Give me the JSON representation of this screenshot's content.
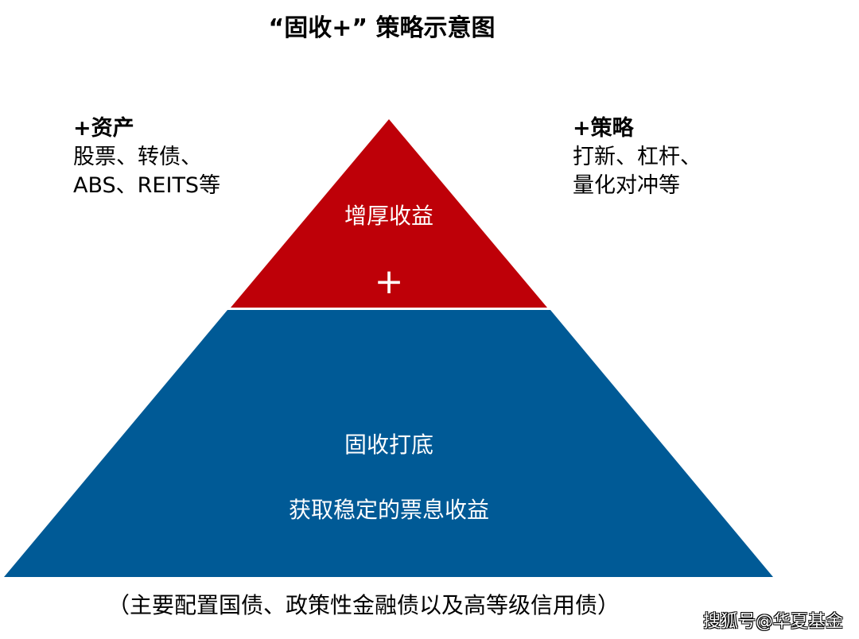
{
  "title": "“固收+” 策略示意图",
  "left_note": {
    "heading": "+资产",
    "lines": [
      "股票、转债、",
      "ABS、REITS等"
    ]
  },
  "right_note": {
    "heading": "+策略",
    "lines": [
      "打新、杠杆、",
      "量化对冲等"
    ]
  },
  "top_layer": {
    "label": "增厚收益",
    "plus": "+",
    "color": "#BE0008"
  },
  "base_layer": {
    "label": "固收打底",
    "sublabel": "获取稳定的票息收益",
    "color": "#005A96"
  },
  "footnote": "（主要配置国债、政策性金融债以及高等级信用债）",
  "watermark": "搜狐号@华夏基金"
}
